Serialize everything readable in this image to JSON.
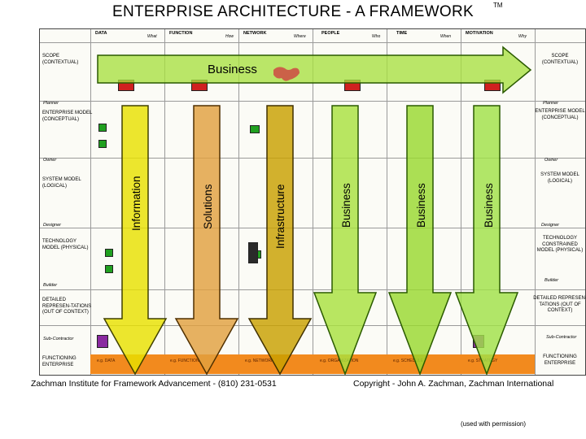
{
  "title": "ENTERPRISE ARCHITECTURE - A FRAMEWORK",
  "trademark": "TM",
  "columns": [
    {
      "name": "DATA",
      "question": "What"
    },
    {
      "name": "FUNCTION",
      "question": "How"
    },
    {
      "name": "NETWORK",
      "question": "Where"
    },
    {
      "name": "PEOPLE",
      "question": "Who"
    },
    {
      "name": "TIME",
      "question": "When"
    },
    {
      "name": "MOTIVATION",
      "question": "Why"
    }
  ],
  "rows_left": [
    "SCOPE (CONTEXTUAL)",
    "ENTERPRISE MODEL (CONCEPTUAL)",
    "SYSTEM MODEL (LOGICAL)",
    "TECHNOLOGY MODEL (PHYSICAL)",
    "DETAILED REPRESEN-TATIONS (OUT OF CONTEXT)",
    "FUNCTIONING ENTERPRISE"
  ],
  "rows_right": [
    "SCOPE (CONTEXTUAL)",
    "ENTERPRISE MODEL (CONCEPTUAL)",
    "SYSTEM MODEL (LOGICAL)",
    "TECHNOLOGY CONSTRAINED MODEL (PHYSICAL)",
    "DETAILED REPRESEN-TATIONS (OUT OF CONTEXT)",
    "FUNCTIONING ENTERPRISE"
  ],
  "roles": [
    "Planner",
    "Owner",
    "Designer",
    "Builder",
    "Sub-Contractor"
  ],
  "functioning_cells": [
    "e.g. DATA",
    "e.g. FUNCTION",
    "e.g. NETWORK",
    "e.g. ORGANIZATION",
    "e.g. SCHEDULE",
    "e.g. STRATEGY"
  ],
  "overlay": {
    "horizontal": "Business",
    "vertical": [
      "Information",
      "Solutions",
      "Infrastructure",
      "Business",
      "Business",
      "Business"
    ]
  },
  "colors": {
    "information_arrow": "#e8e000",
    "solutions_arrow": "#e0a040",
    "infrastructure_arrow": "#c8a000",
    "business_arrow_1": "#a8e040",
    "business_arrow_2": "#98d830",
    "business_arrow_3": "#a0e048",
    "horizontal_arrow": "#a8e040",
    "functioning_strip": "#f28a1e"
  },
  "footer": {
    "left": "Zachman Institute for Framework Advancement - (810) 231-0531",
    "right": "Copyright - John A. Zachman, Zachman International"
  },
  "credit": "(used with permission)"
}
